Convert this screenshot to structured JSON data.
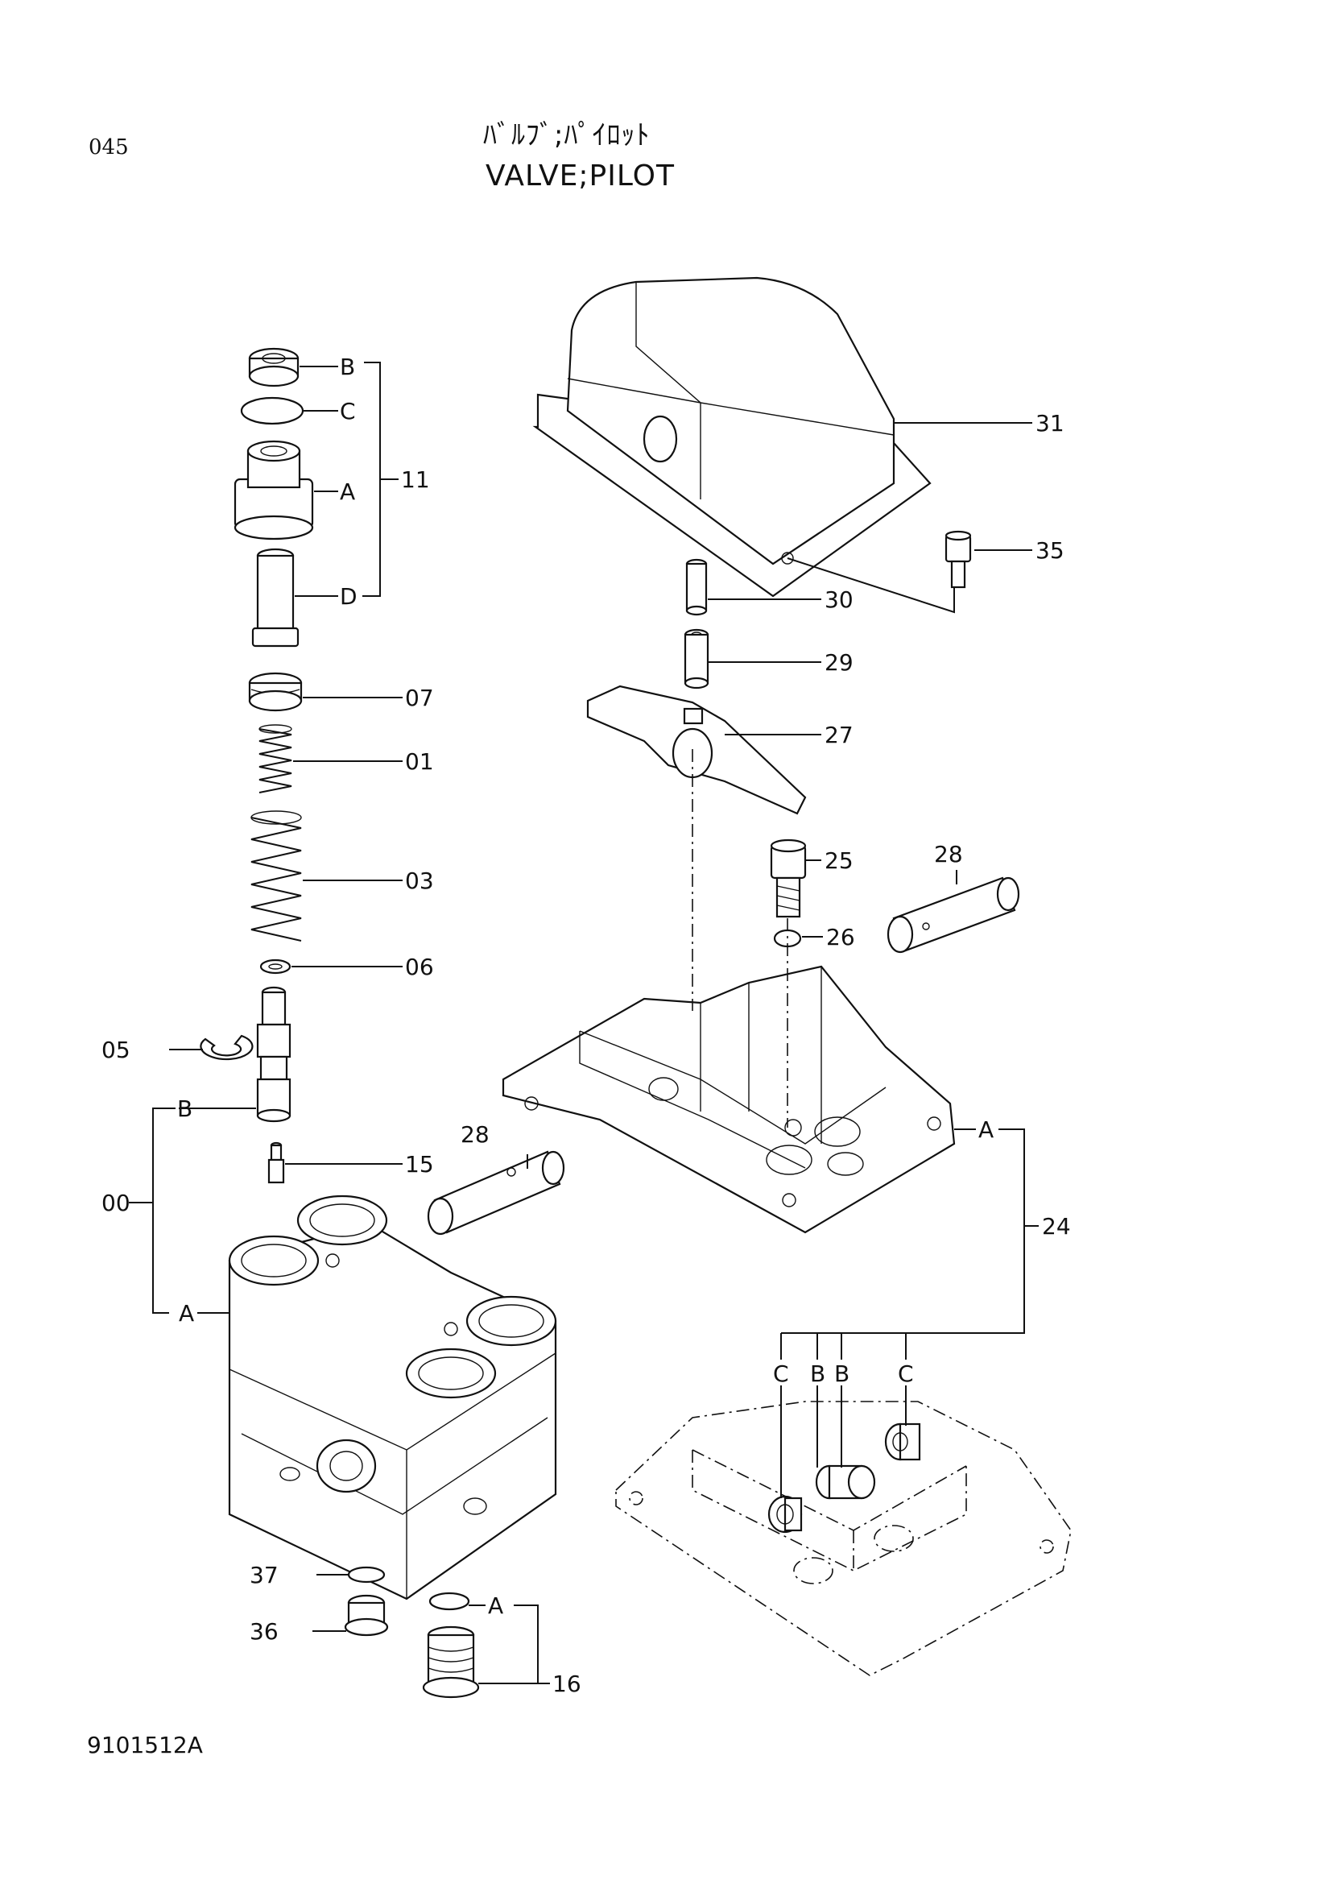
{
  "page_number": "045",
  "title_jp": "ﾊﾞﾙﾌﾞ;ﾊﾟｲﾛｯﾄ",
  "title_en": "VALVE;PILOT",
  "doc_code": "9101512A",
  "callouts": {
    "c11": "11",
    "c11b": "B",
    "c11c": "C",
    "c11a": "A",
    "c11d": "D",
    "c07": "07",
    "c01": "01",
    "c03": "03",
    "c06": "06",
    "c05": "05",
    "c00": "00",
    "c00b": "B",
    "c00a": "A",
    "c15": "15",
    "c37": "37",
    "c36": "36",
    "c16": "16",
    "c16a": "A",
    "c31": "31",
    "c35": "35",
    "c30": "30",
    "c29": "29",
    "c27": "27",
    "c25": "25",
    "c26": "26",
    "c28a": "28",
    "c28b": "28",
    "c24": "24",
    "c24a": "A",
    "c24c1": "C",
    "c24b1": "B",
    "c24b2": "B",
    "c24c2": "C"
  }
}
